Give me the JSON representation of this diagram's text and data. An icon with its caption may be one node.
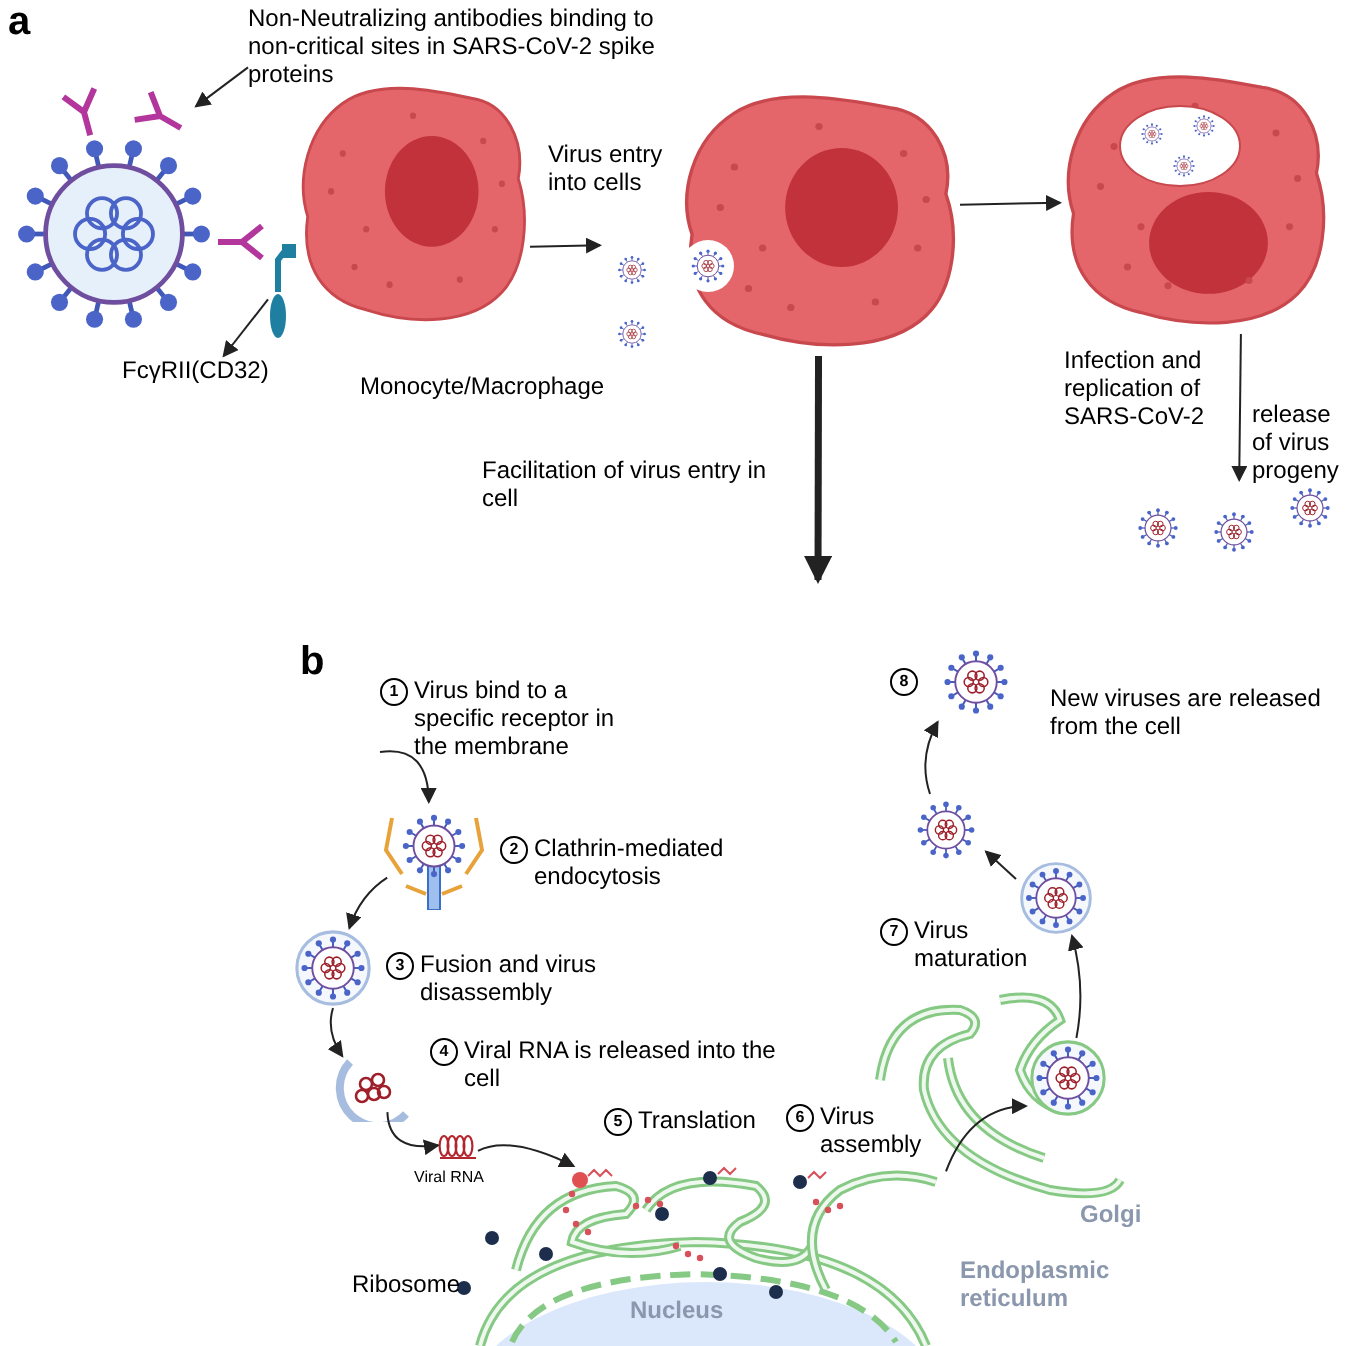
{
  "diagram": {
    "nodes": [
      {
        "text": [
          "Non-Neutralizing antibodies binding to non-critical sites in SARS-CoV-2 spike proteins"
        ]
      },
      {
        "text": [],
        "shape": "picture"
      },
      {
        "text": [],
        "shape": "picture"
      },
      {
        "text": [],
        "shape": "picture"
      },
      {
        "text": [
          "FcγRII(CD32)"
        ]
      },
      {
        "text": [],
        "shape": "picture",
        "beside": [
          "Monocyte/Macrophage"
        ]
      },
      {
        "text": [],
        "shape": "picture"
      },
      {
        "text": [],
        "shape": "picture",
        "beside": [
          "Infection and replication of SARS-CoV-2"
        ]
      },
      {
        "text": [],
        "shape": "picture"
      },
      {
        "text": [
          "1",
          "Virus bind to a specific receptor in the membrane"
        ]
      },
      {
        "text": [],
        "shape": "picture"
      },
      {
        "text": [
          "2",
          "Clathrin-mediated endocytosis"
        ]
      },
      {
        "text": [],
        "shape": "picture"
      },
      {
        "text": [
          "3",
          "Fusion and virus disassembly"
        ]
      },
      {
        "text": [],
        "shape": "picture"
      },
      {
        "text": [
          "4",
          "Viral RNA is released into the cell"
        ]
      },
      {
        "text": [],
        "shape": "picture",
        "beside": [
          "Viral RNA"
        ]
      },
      {
        "text": [],
        "shape": "picture"
      },
      {
        "text": [
          "5",
          "Translation"
        ]
      },
      {
        "text": [
          "6",
          "Virus assembly"
        ]
      },
      {
        "text": [],
        "shape": "picture"
      },
      {
        "text": [
          "7",
          "Virus maturation"
        ]
      },
      {
        "text": [],
        "shape": "picture"
      },
      {
        "text": [],
        "shape": "picture"
      },
      {
        "text": [],
        "shape": "picture",
        "beside": [
          "New viruses are released from the cell"
        ]
      },
      {
        "text": [
          "8"
        ]
      }
    ],
    "edges": [
      {
        "from": 0,
        "to": 1,
        "arrow": "to"
      },
      {
        "from": 3,
        "to": 4,
        "arrow": "to"
      },
      {
        "from": 5,
        "to": 6,
        "arrow": "to",
        "label": "Virus entry into cells"
      },
      {
        "from": 6,
        "to": 7,
        "arrow": "to"
      },
      {
        "from": 7,
        "to": 8,
        "arrow": "to",
        "label": "release of virus progeny"
      },
      {
        "from": 6,
        "to": null,
        "arrow": "to",
        "style": "thick",
        "label": "Facilitation of virus entry in cell"
      },
      {
        "from": 9,
        "to": 10,
        "arrow": "to"
      },
      {
        "from": 10,
        "to": 12,
        "arrow": "to"
      },
      {
        "from": 12,
        "to": 14,
        "arrow": "to"
      },
      {
        "from": 14,
        "to": 16,
        "arrow": "to"
      },
      {
        "from": 16,
        "to": 17,
        "arrow": "to"
      },
      {
        "from": 17,
        "to": 20,
        "arrow": "to"
      },
      {
        "from": 20,
        "to": 22,
        "arrow": "to"
      },
      {
        "from": 22,
        "to": 23,
        "arrow": "to"
      },
      {
        "from": 23,
        "to": 24,
        "arrow": "to"
      }
    ],
    "labels": [
      "a",
      "b",
      "Ribosome",
      "Nucleus",
      "Endoplasmic reticulum",
      "Golgi"
    ]
  }
}
